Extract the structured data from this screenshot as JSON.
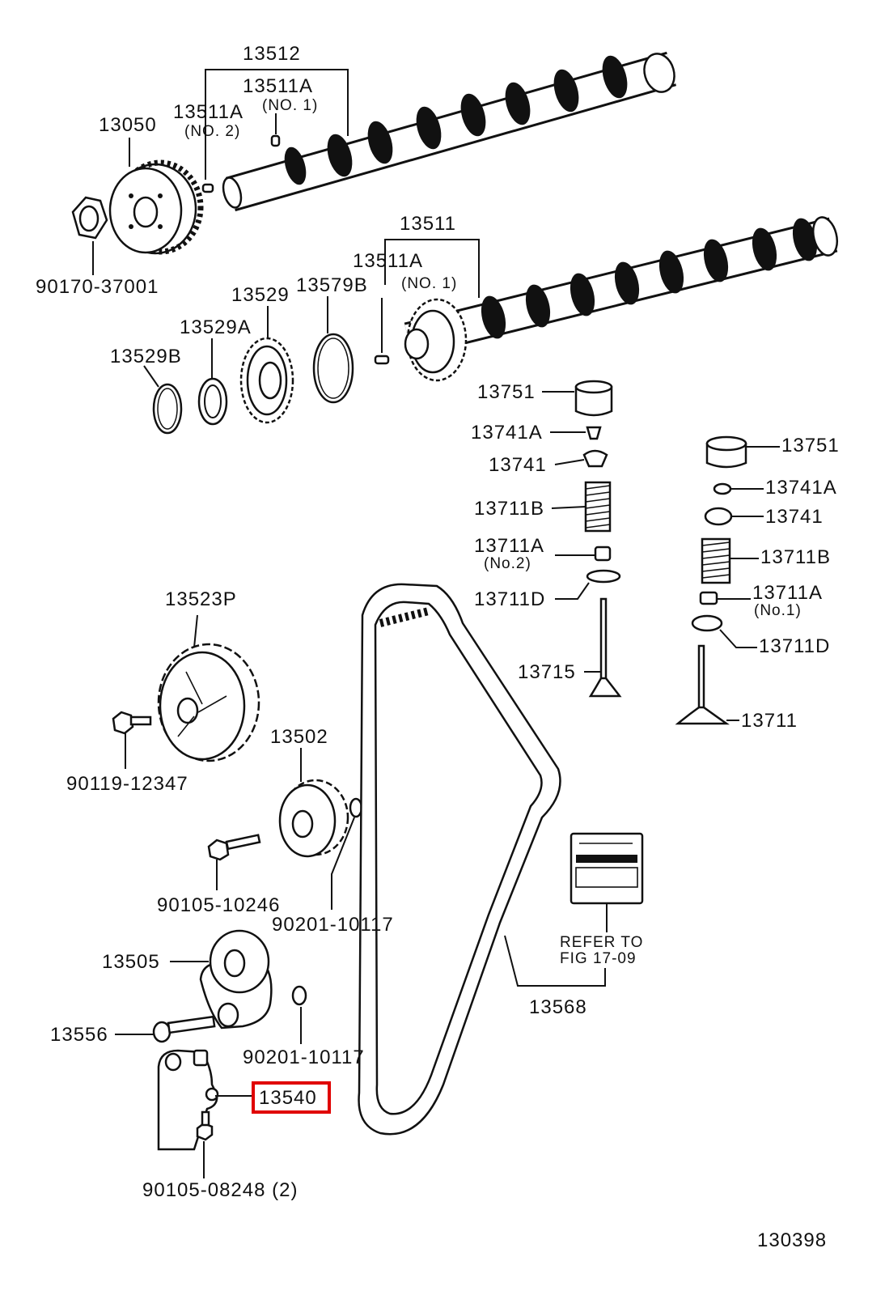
{
  "diagram": {
    "figure_number": "130398",
    "highlight_color": "#e00000",
    "labels": {
      "p13512": "13512",
      "p13511a_no1_top": "13511A",
      "p13511a_no1_top_note": "(NO. 1)",
      "p13511a_no2": "13511A",
      "p13511a_no2_note": "(NO. 2)",
      "p13050": "13050",
      "p90170": "90170-37001",
      "p13511": "13511",
      "p13511a_no1_mid": "13511A",
      "p13511a_no1_mid_note": "(NO. 1)",
      "p13529": "13529",
      "p13579b": "13579B",
      "p13529a": "13529A",
      "p13529b": "13529B",
      "p13751_left": "13751",
      "p13741a_left": "13741A",
      "p13741_left": "13741",
      "p13711b_left": "13711B",
      "p13711a_left": "13711A",
      "p13711a_left_note": "(No.2)",
      "p13711d_left": "13711D",
      "p13715": "13715",
      "p13751_right": "13751",
      "p13741a_right": "13741A",
      "p13741_right": "13741",
      "p13711b_right": "13711B",
      "p13711a_right": "13711A",
      "p13711a_right_note": "(No.1)",
      "p13711d_right": "13711D",
      "p13711": "13711",
      "p13523p": "13523P",
      "p90119": "90119-12347",
      "p13502": "13502",
      "p90105_10246": "90105-10246",
      "p90201_a": "90201-10117",
      "p13505": "13505",
      "p13556": "13556",
      "p90201_b": "90201-10117",
      "p13540": "13540",
      "p90105_08248": "90105-08248 (2)",
      "p13568": "13568",
      "refer_line1": "REFER TO",
      "refer_line2": "FIG 17-09"
    }
  }
}
